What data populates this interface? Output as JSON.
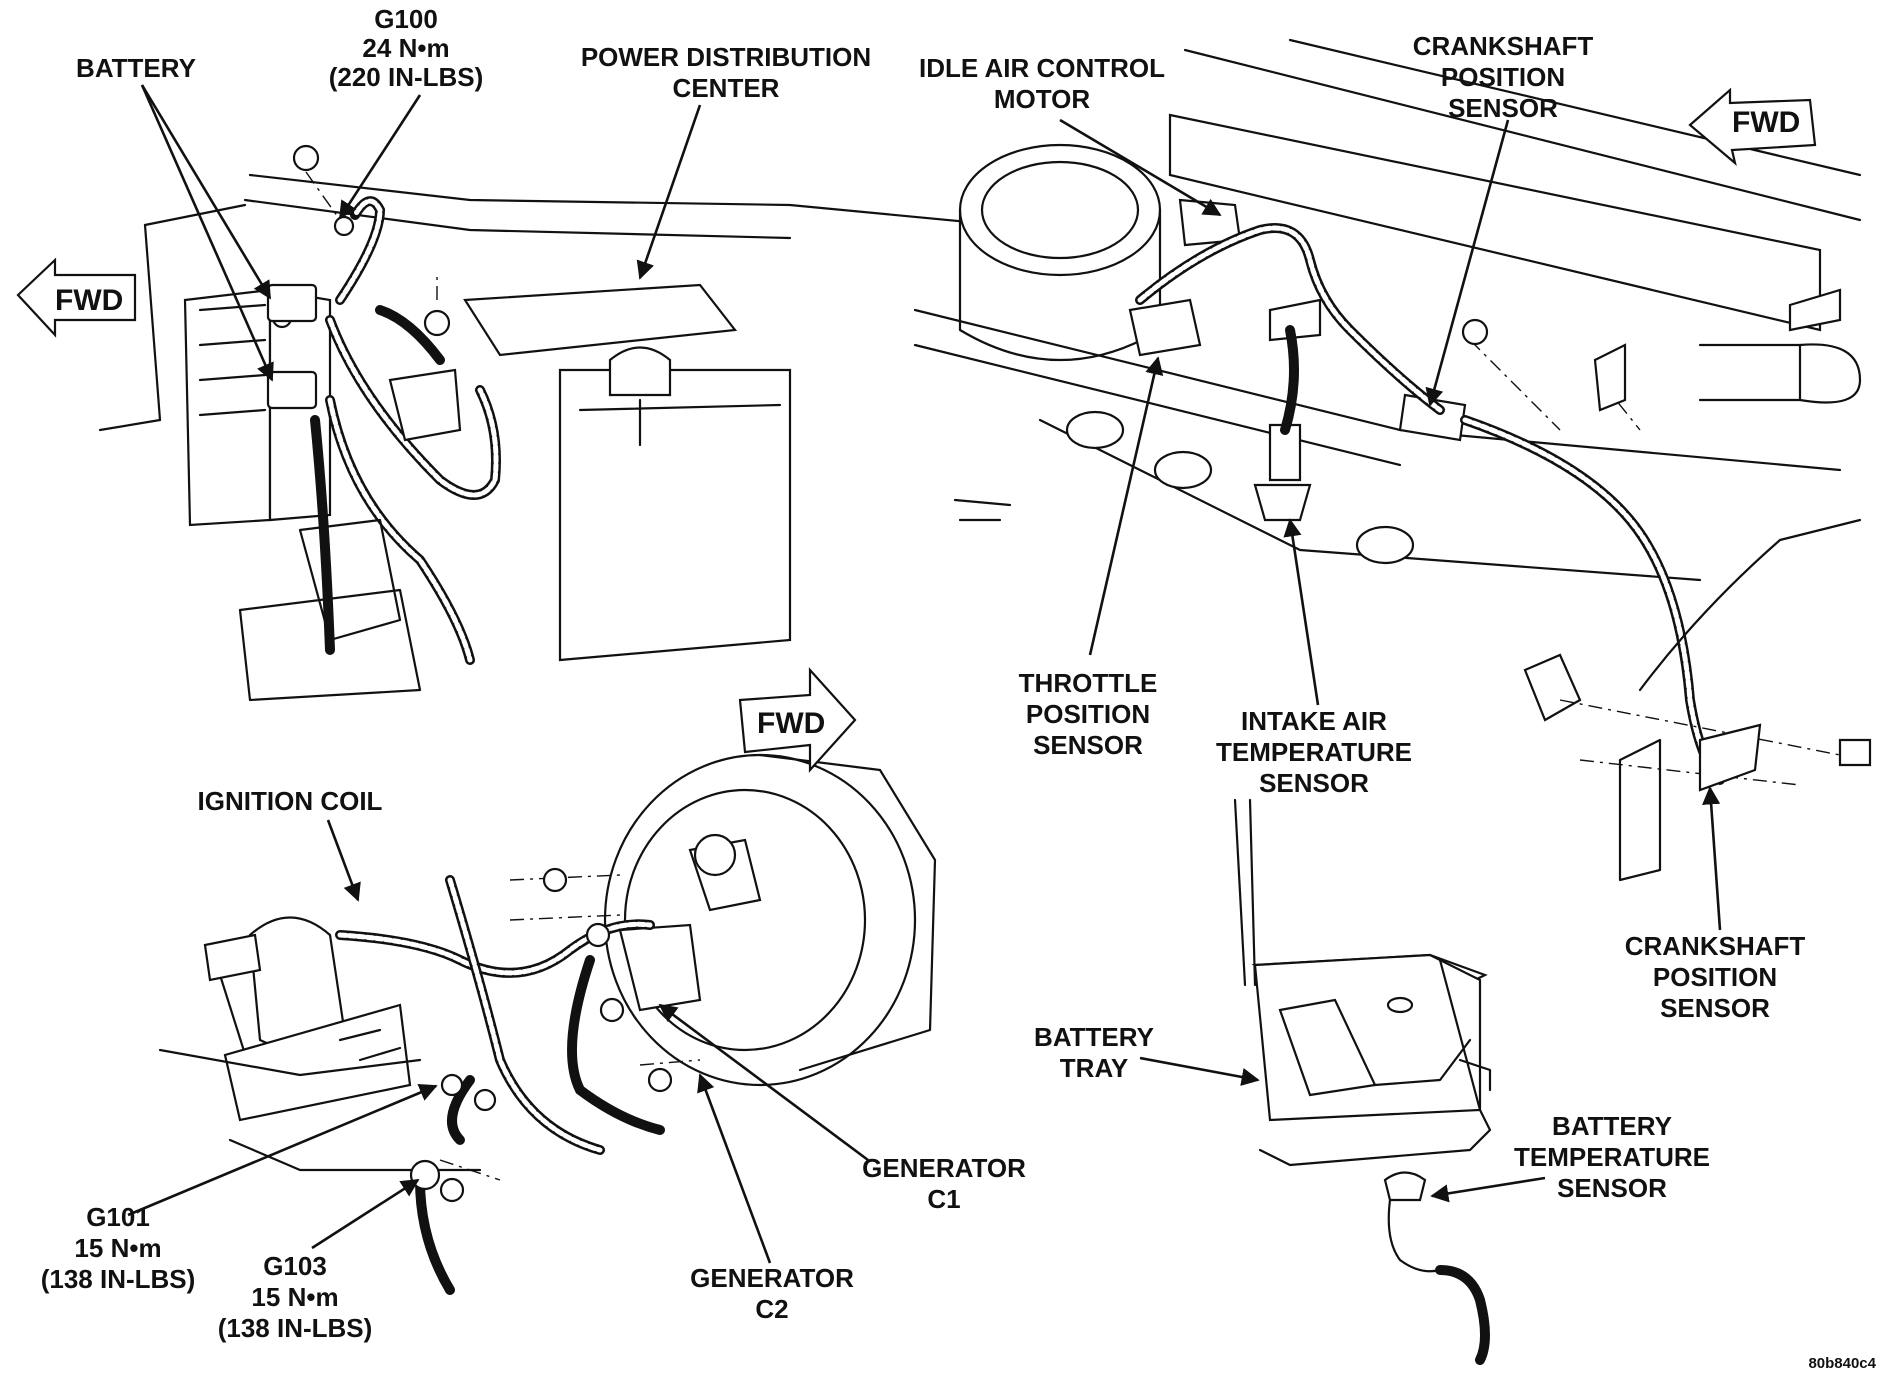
{
  "labels": {
    "battery": "BATTERY",
    "g100": [
      "G100",
      "24 N•m",
      "(220 IN-LBS)"
    ],
    "pdc": [
      "POWER DISTRIBUTION",
      "CENTER"
    ],
    "iac": [
      "IDLE AIR CONTROL",
      "MOTOR"
    ],
    "ckp_top": [
      "CRANKSHAFT",
      "POSITION",
      "SENSOR"
    ],
    "tps": [
      "THROTTLE",
      "POSITION",
      "SENSOR"
    ],
    "iat": [
      "INTAKE AIR",
      "TEMPERATURE",
      "SENSOR"
    ],
    "ckp_bottom": [
      "CRANKSHAFT",
      "POSITION",
      "SENSOR"
    ],
    "ignition_coil": "IGNITION COIL",
    "generator_c1": [
      "GENERATOR",
      "C1"
    ],
    "generator_c2": [
      "GENERATOR",
      "C2"
    ],
    "g101": [
      "G101",
      "15 N•m",
      "(138 IN-LBS)"
    ],
    "g103": [
      "G103",
      "15 N•m",
      "(138 IN-LBS)"
    ],
    "battery_tray": [
      "BATTERY",
      "TRAY"
    ],
    "battery_temp": [
      "BATTERY",
      "TEMPERATURE",
      "SENSOR"
    ]
  },
  "fwd": [
    "FWD",
    "FWD",
    "FWD"
  ],
  "figure_code": "80b840c4"
}
